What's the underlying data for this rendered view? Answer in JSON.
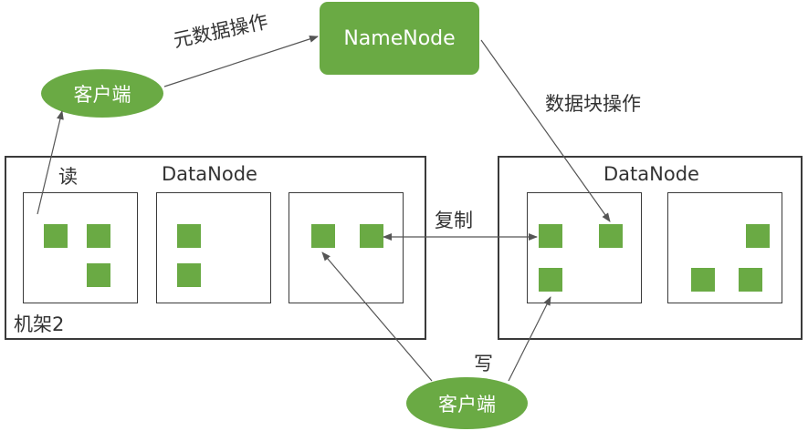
{
  "namenode": {
    "label": "NameNode"
  },
  "clients": {
    "top": "客户端",
    "bottom": "客户端"
  },
  "racks": {
    "left": {
      "datanode_label": "DataNode",
      "rack_label": "机架2"
    },
    "right": {
      "datanode_label": "DataNode"
    }
  },
  "edge_labels": {
    "metadata_op": "元数据操作",
    "block_op": "数据块操作",
    "read": "读",
    "replicate": "复制",
    "write": "写"
  },
  "colors": {
    "accent": "#6aaa44",
    "border": "#3a3a3a",
    "line": "#555555"
  }
}
